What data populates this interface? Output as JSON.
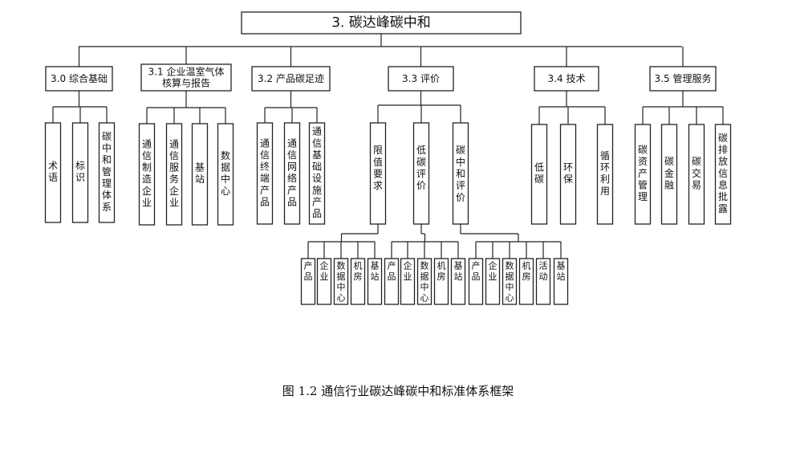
{
  "root": {
    "label": "3. 碳达峰碳中和"
  },
  "categories": [
    {
      "label": "3.0 综合基础",
      "children": [
        "术语",
        "标识",
        "碳中和管理体系"
      ]
    },
    {
      "label": [
        "3.1 企业温室气体",
        "核算与报告"
      ],
      "children": [
        "通信制造企业",
        "通信服务企业",
        "基站",
        "数据中心"
      ]
    },
    {
      "label": "3.2 产品碳足迹",
      "children": [
        "通信终端产品",
        "通信网络产品",
        "通信基础设施产品"
      ]
    },
    {
      "label": "3.3 评价",
      "children": [
        {
          "label": "限值要求",
          "children": [
            "产品",
            "企业",
            "数据中心",
            "机房",
            "基站"
          ]
        },
        {
          "label": "低碳评价",
          "children": [
            "产品",
            "企业",
            "数据中心",
            "机房",
            "基站"
          ]
        },
        {
          "label": "碳中和评价",
          "children": [
            "产品",
            "企业",
            "数据中心",
            "机房",
            "活动",
            "基站"
          ]
        }
      ]
    },
    {
      "label": "3.4 技术",
      "children": [
        "低碳",
        "环保",
        "循环利用"
      ]
    },
    {
      "label": "3.5 管理服务",
      "children": [
        "碳资产管理",
        "碳金融",
        "碳交易",
        "碳排放信息批露"
      ]
    }
  ],
  "caption": "图 1.2  通信行业碳达峰碳中和标准体系框架"
}
